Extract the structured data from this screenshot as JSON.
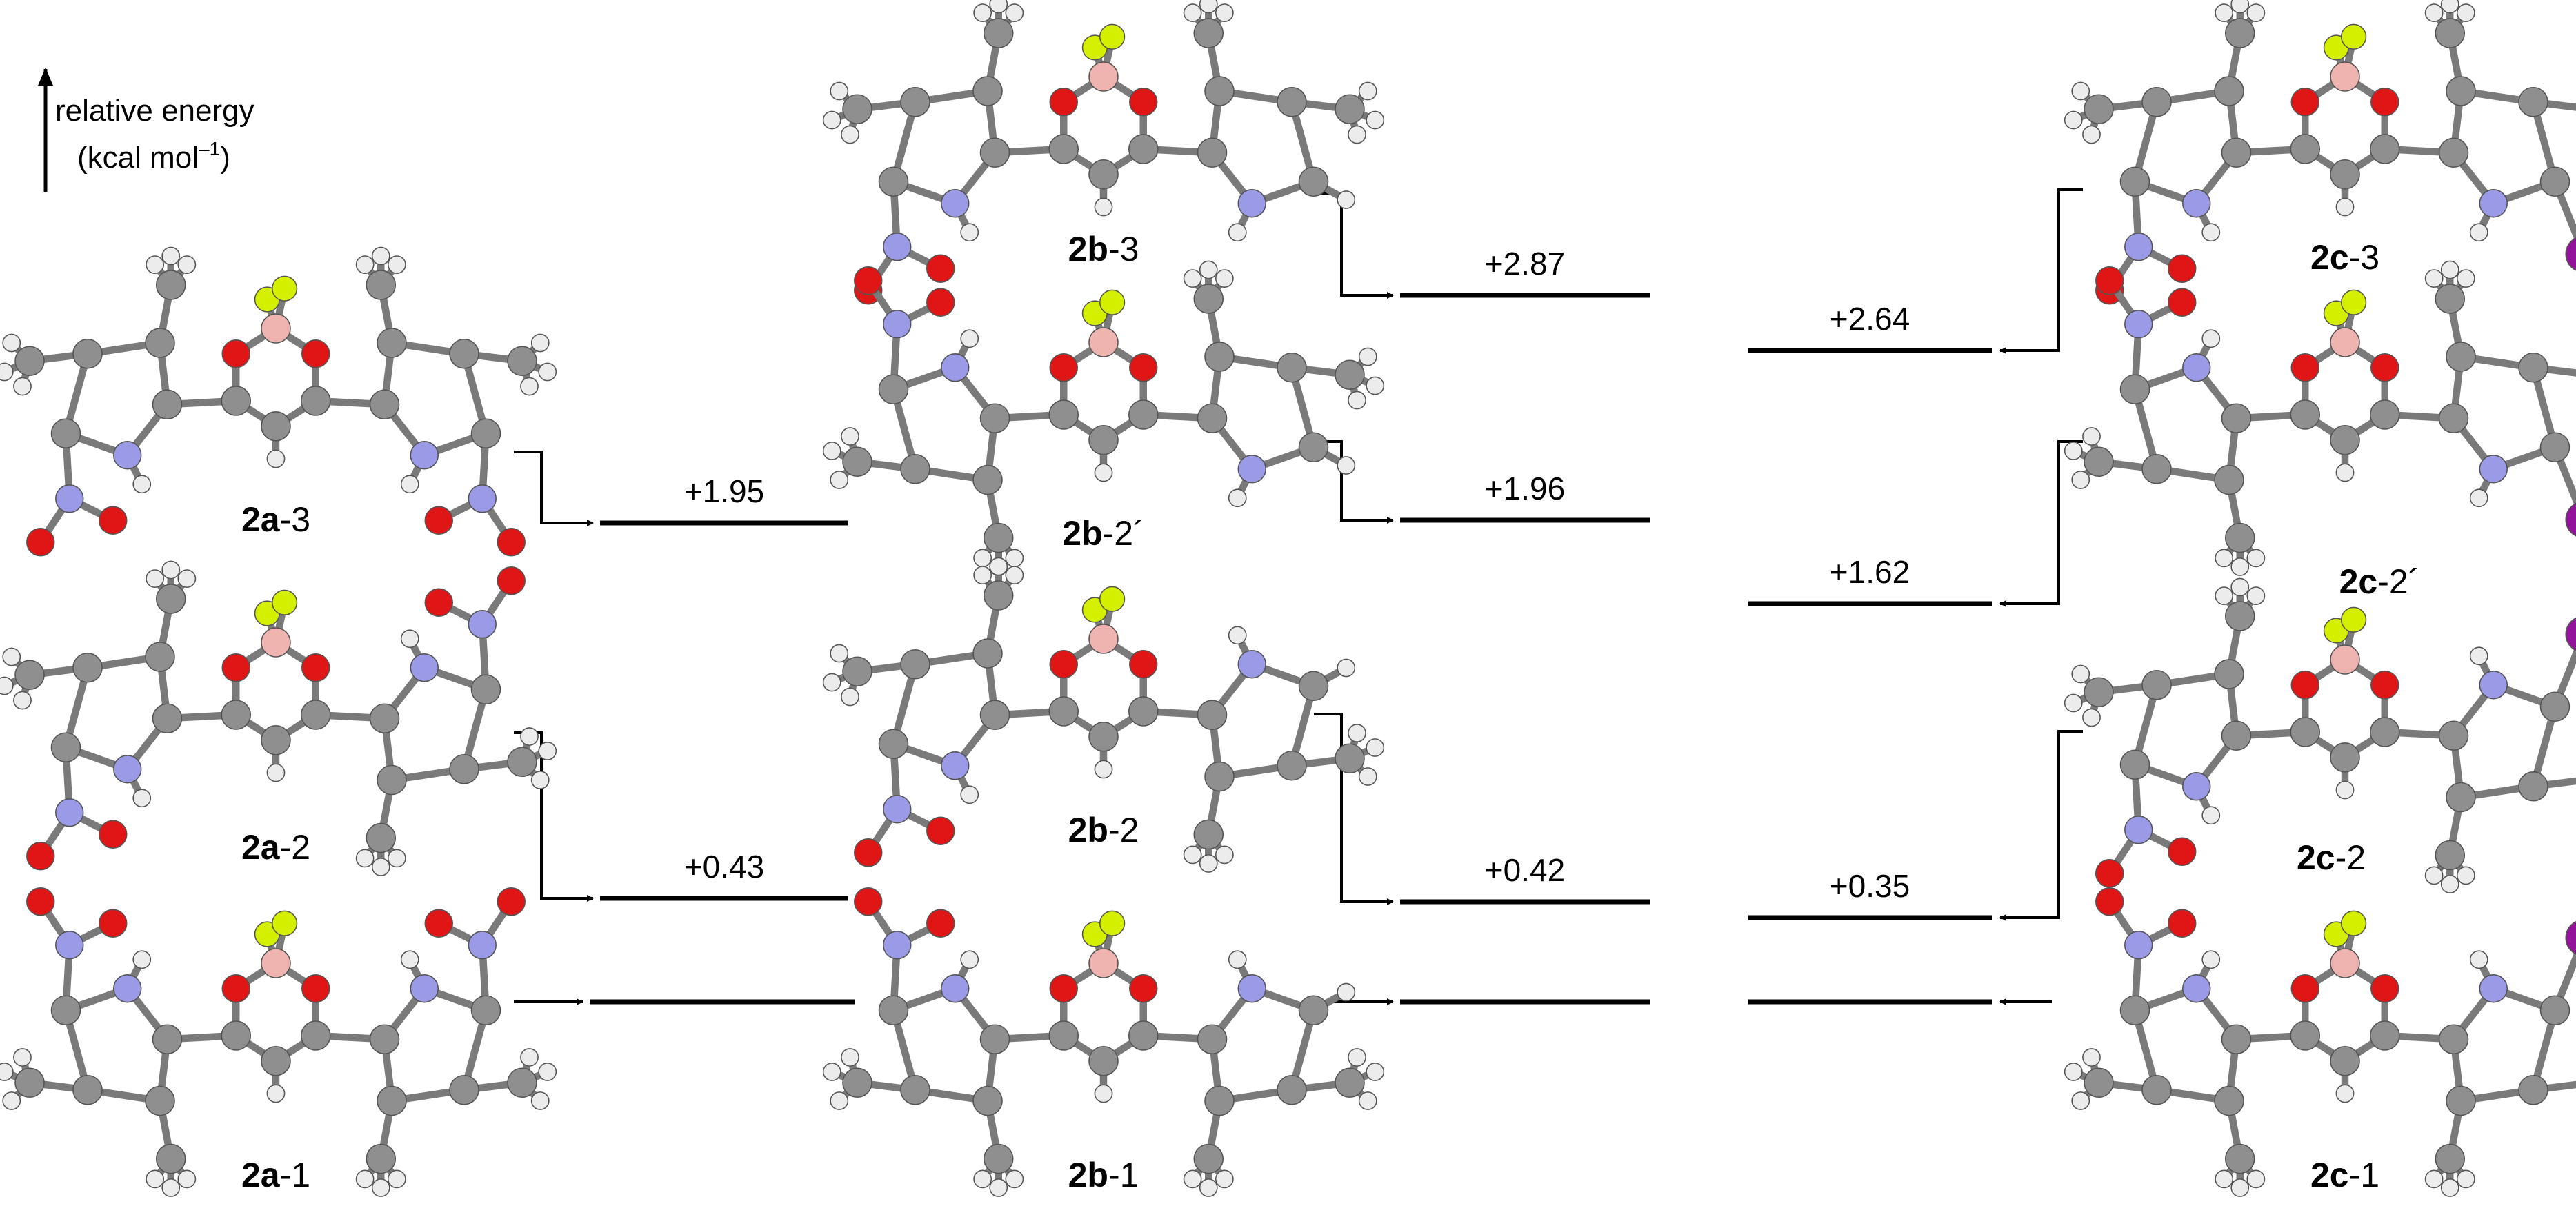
{
  "axis": {
    "label_line1": "relative energy",
    "label_line2_main": "(kcal mol",
    "label_line2_sup": "–1",
    "label_line2_end": ")"
  },
  "molecules": {
    "2a-3": {
      "bold": "2a",
      "rest": "-3"
    },
    "2a-2": {
      "bold": "2a",
      "rest": "-2"
    },
    "2a-1": {
      "bold": "2a",
      "rest": "-1"
    },
    "2b-3": {
      "bold": "2b",
      "rest": "-3"
    },
    "2b-2p": {
      "bold": "2b",
      "rest": "-2´"
    },
    "2b-2": {
      "bold": "2b",
      "rest": "-2"
    },
    "2b-1": {
      "bold": "2b",
      "rest": "-1"
    },
    "2c-3": {
      "bold": "2c",
      "rest": "-3"
    },
    "2c-2p": {
      "bold": "2c",
      "rest": "-2´"
    },
    "2c-2": {
      "bold": "2c",
      "rest": "-2"
    },
    "2c-1": {
      "bold": "2c",
      "rest": "-1"
    }
  },
  "energies": {
    "2a-3": "+1.95",
    "2a-2": "+0.43",
    "2b-3": "+2.87",
    "2b-2p": "+1.96",
    "2b-2": "+0.42",
    "2c-3": "+2.64",
    "2c-2p": "+1.62",
    "2c-2": "+0.35"
  },
  "colors": {
    "carbon": "#8f8f8f",
    "hydrogen": "#ececec",
    "nitrogen": "#9a9ae6",
    "oxygen": "#e01616",
    "boron": "#f0b4b0",
    "fluorine": "#d4f000",
    "iodine": "#93149a",
    "line": "#000000"
  }
}
